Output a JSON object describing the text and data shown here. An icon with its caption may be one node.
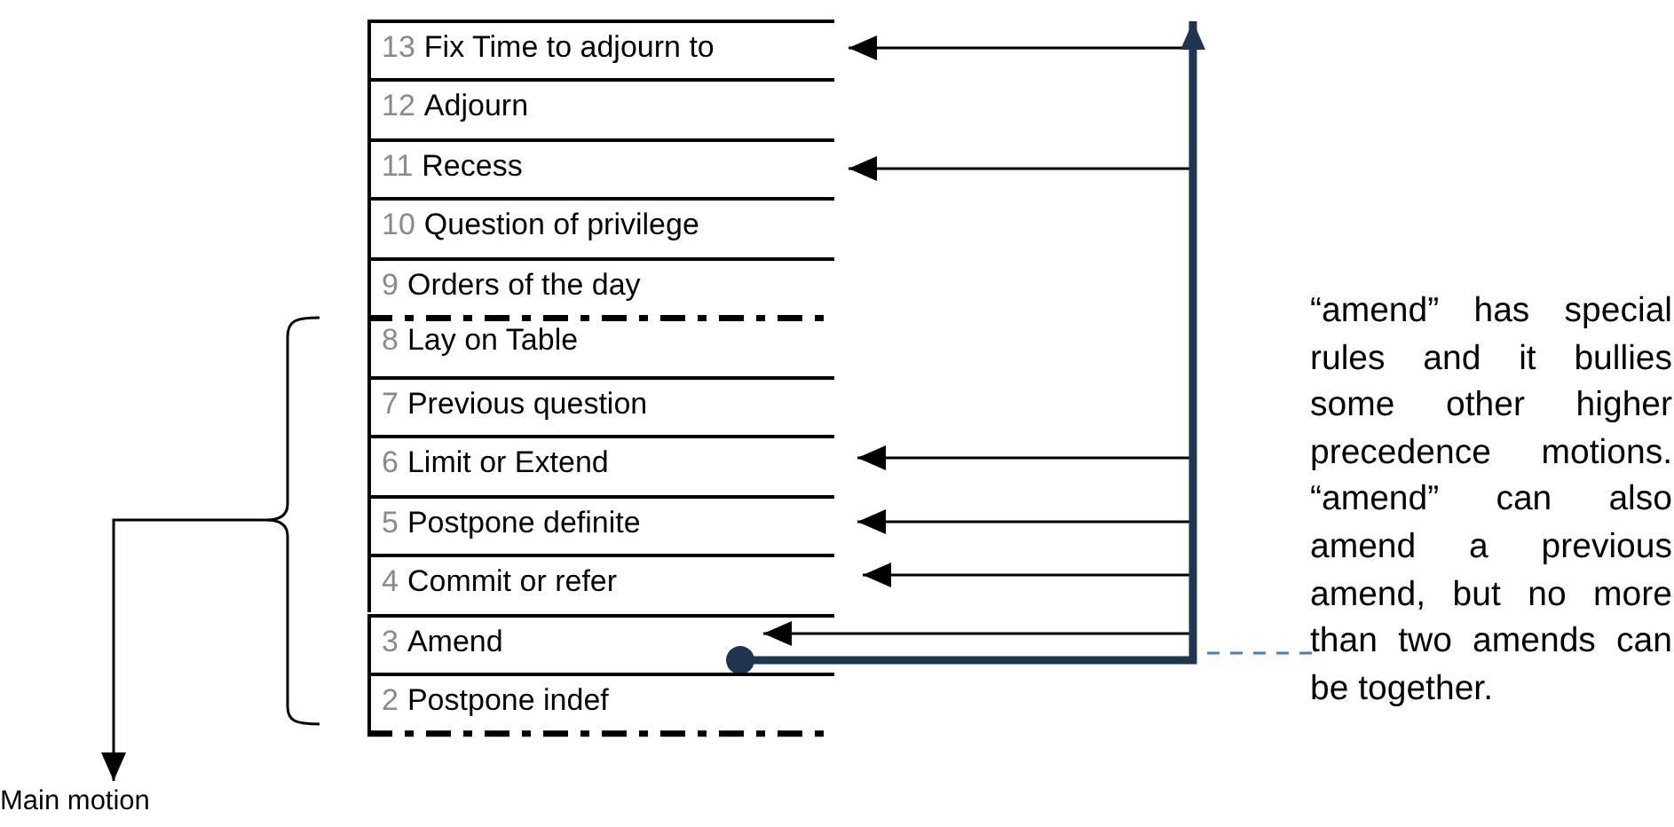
{
  "diagram": {
    "nodes": [
      {
        "text": [
          "13",
          "Fix Time to adjourn to"
        ]
      },
      {
        "text": [
          "12",
          "Adjourn"
        ]
      },
      {
        "text": [
          "11",
          "Recess"
        ]
      },
      {
        "text": [
          "10",
          "Question of privilege"
        ]
      },
      {
        "text": [
          "9",
          "Orders of the day"
        ]
      },
      {
        "text": [
          "8",
          "Lay on Table"
        ]
      },
      {
        "text": [
          "7",
          "Previous question"
        ]
      },
      {
        "text": [
          "6",
          "Limit or Extend"
        ]
      },
      {
        "text": [
          "5",
          "Postpone definite"
        ]
      },
      {
        "text": [
          "4",
          "Commit or refer"
        ]
      },
      {
        "text": [
          "3",
          "Amend"
        ]
      },
      {
        "text": [
          "2",
          "Postpone indef"
        ]
      },
      {
        "text": [
          "“amend” has special rules and it bullies some other higher precedence motions. “amend” can also amend a previous amend, but no more than two amends can be together."
        ]
      },
      {
        "text": [
          "Main motion"
        ]
      },
      {
        "text": [],
        "shape": "bracket"
      }
    ],
    "edges": [
      {
        "from": 10,
        "to": 0,
        "arrow": "to"
      },
      {
        "from": 10,
        "to": 2,
        "arrow": "to"
      },
      {
        "from": 10,
        "to": 7,
        "arrow": "to"
      },
      {
        "from": 10,
        "to": 8,
        "arrow": "to"
      },
      {
        "from": 10,
        "to": 9,
        "arrow": "to"
      },
      {
        "from": 10,
        "to": 10,
        "arrow": "to"
      },
      {
        "from": 10,
        "to": null,
        "arrow": "to",
        "style": "thick",
        "color": "#1f3552"
      },
      {
        "from": 12,
        "to": null,
        "arrow": "none",
        "style": "dashed",
        "color": "#4a7ebb"
      },
      {
        "from": 14,
        "to": 13,
        "arrow": "to"
      }
    ]
  }
}
